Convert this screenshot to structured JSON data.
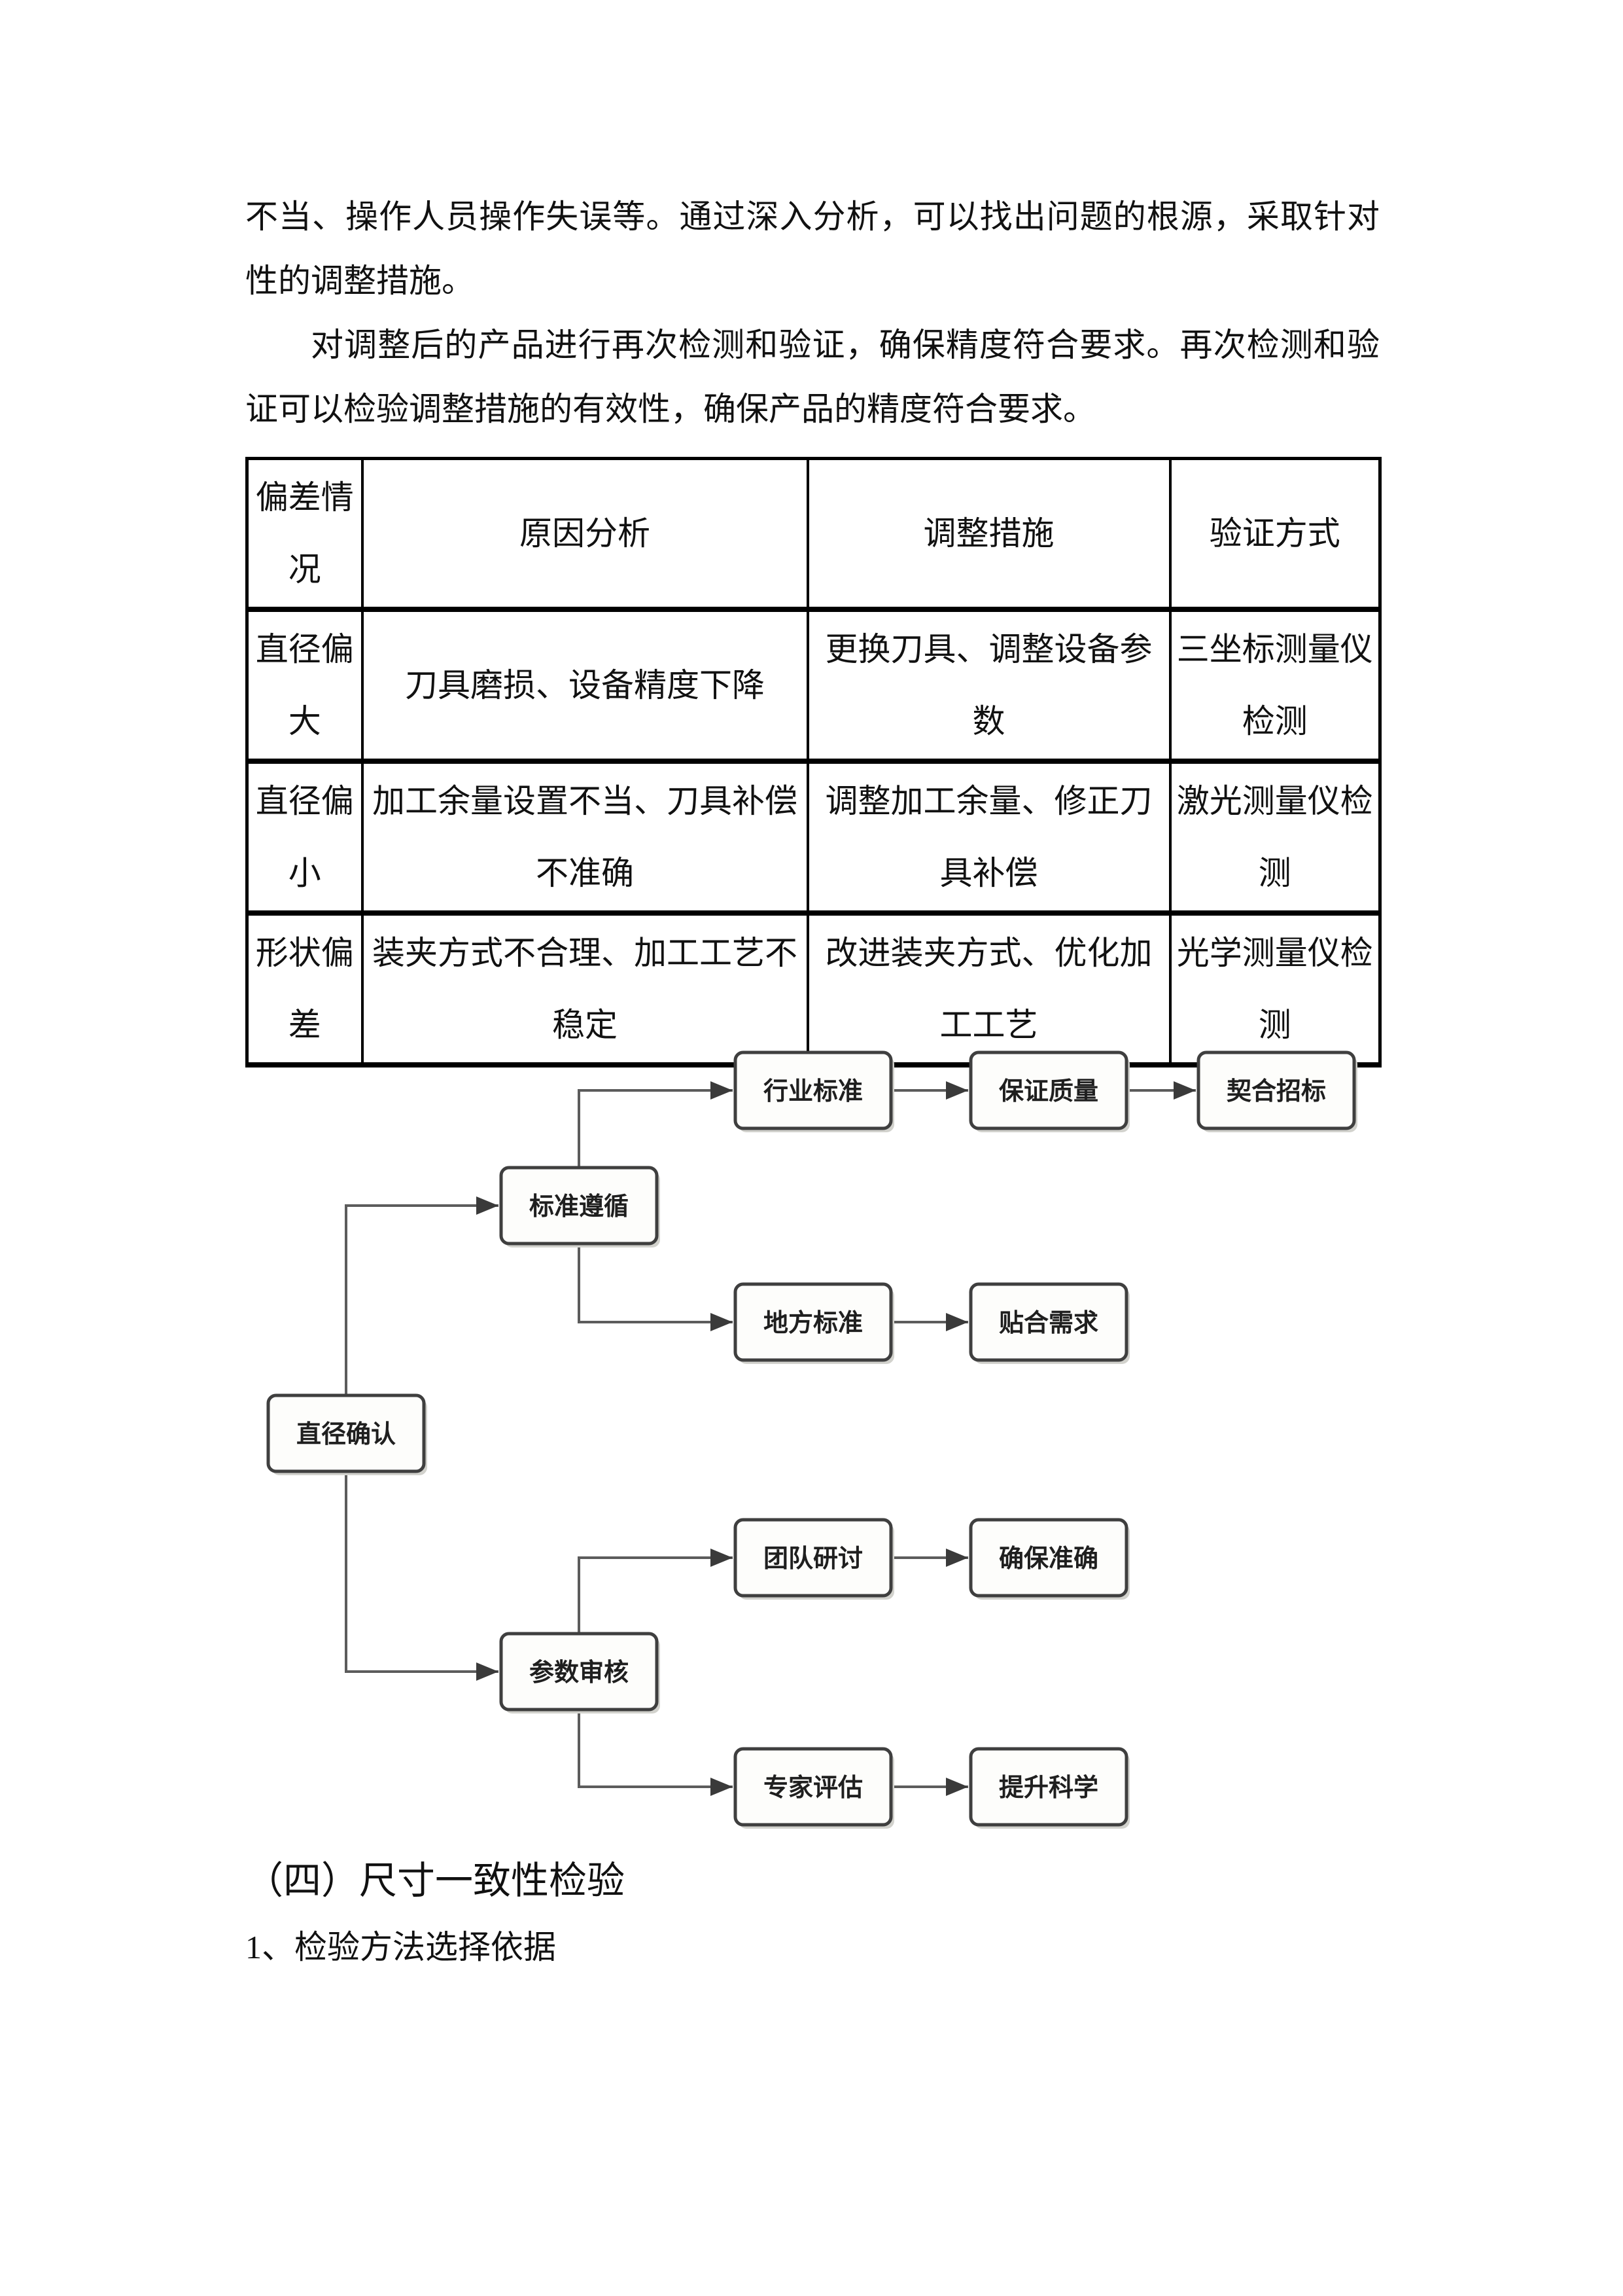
{
  "paragraphs": {
    "p1": "不当、操作人员操作失误等。通过深入分析，可以找出问题的根源，采取针对性的调整措施。",
    "p2": "对调整后的产品进行再次检测和验证，确保精度符合要求。再次检测和验证可以检验调整措施的有效性，确保产品的精度符合要求。"
  },
  "table": {
    "headers": [
      "偏差情况",
      "原因分析",
      "调整措施",
      "验证方式"
    ],
    "rows": [
      [
        "直径偏大",
        "刀具磨损、设备精度下降",
        "更换刀具、调整设备参数",
        "三坐标测量仪检测"
      ],
      [
        "直径偏小",
        "加工余量设置不当、刀具补偿不准确",
        "调整加工余量、修正刀具补偿",
        "激光测量仪检测"
      ],
      [
        "形状偏差",
        "装夹方式不合理、加工工艺不稳定",
        "改进装夹方式、优化加工工艺",
        "光学测量仪检测"
      ]
    ]
  },
  "flowchart": {
    "nodes": [
      {
        "id": "zhijing",
        "label": "直径确认",
        "col": "root",
        "row": "r4"
      },
      {
        "id": "biaozhun",
        "label": "标准遵循",
        "col": "mid",
        "row": "r2"
      },
      {
        "id": "hangye",
        "label": "行业标准",
        "col": "a",
        "row": "r1"
      },
      {
        "id": "baozheng",
        "label": "保证质量",
        "col": "b",
        "row": "r1"
      },
      {
        "id": "qihe",
        "label": "契合招标",
        "col": "c",
        "row": "r1"
      },
      {
        "id": "difang",
        "label": "地方标准",
        "col": "a",
        "row": "r3"
      },
      {
        "id": "tiehe",
        "label": "贴合需求",
        "col": "b",
        "row": "r3"
      },
      {
        "id": "canshu",
        "label": "参数审核",
        "col": "mid",
        "row": "r6"
      },
      {
        "id": "tuandui",
        "label": "团队研讨",
        "col": "a",
        "row": "r5"
      },
      {
        "id": "quebao",
        "label": "确保准确",
        "col": "b",
        "row": "r5"
      },
      {
        "id": "zhuanjia",
        "label": "专家评估",
        "col": "a",
        "row": "r7"
      },
      {
        "id": "tisheng",
        "label": "提升科学",
        "col": "b",
        "row": "r7"
      }
    ],
    "edges": [
      {
        "from": "zhijing",
        "to": "biaozhun"
      },
      {
        "from": "zhijing",
        "to": "canshu"
      },
      {
        "from": "biaozhun",
        "to": "hangye"
      },
      {
        "from": "biaozhun",
        "to": "difang"
      },
      {
        "from": "hangye",
        "to": "baozheng"
      },
      {
        "from": "baozheng",
        "to": "qihe"
      },
      {
        "from": "difang",
        "to": "tiehe"
      },
      {
        "from": "canshu",
        "to": "tuandui"
      },
      {
        "from": "canshu",
        "to": "zhuanjia"
      },
      {
        "from": "tuandui",
        "to": "quebao"
      },
      {
        "from": "zhuanjia",
        "to": "tisheng"
      }
    ],
    "colors": {
      "box_fill": "#fdfdfb",
      "box_border": "#3f3f3f",
      "box_shadow": "#d2d2cd",
      "line": "#5c5c5c",
      "arrow": "#3a3a3a",
      "label": "#1f1f1f"
    }
  },
  "headings": {
    "section": "（四）尺寸一致性检验",
    "sub": "1、检验方法选择依据"
  }
}
